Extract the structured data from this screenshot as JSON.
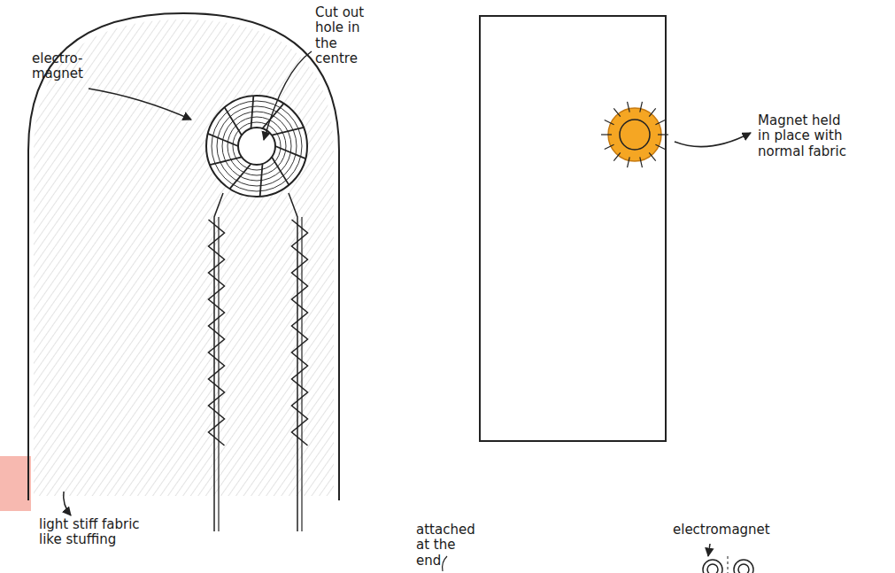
{
  "diagram": {
    "labels": [
      "electro-magnet",
      "Cut out hole in the centre",
      "Magnet held in place with normal fabric",
      "light stiff fabric like stuffing",
      "attached at the end",
      "electromagnet"
    ]
  }
}
